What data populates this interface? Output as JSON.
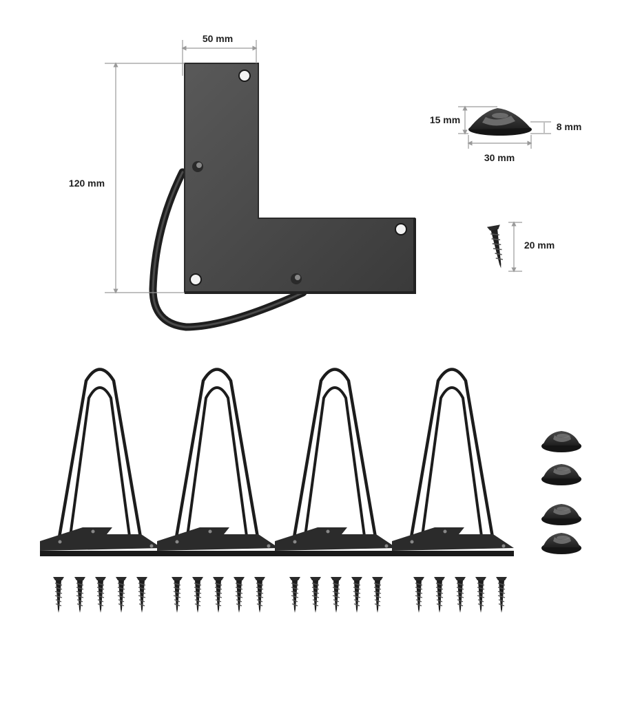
{
  "dimensions": {
    "bracket_width": "50 mm",
    "bracket_height": "120 mm",
    "foot_height": "15 mm",
    "foot_base_height": "8 mm",
    "foot_width": "30 mm",
    "screw_length": "20 mm"
  },
  "kit": {
    "hairpin_legs": 4,
    "floor_protectors": 4,
    "screws_per_leg": 5
  },
  "colors": {
    "metal": "#2b2b2b",
    "bracket_face": "#4a4a4a",
    "dimension_line": "#9a9a9a",
    "text": "#1f1f1f"
  }
}
